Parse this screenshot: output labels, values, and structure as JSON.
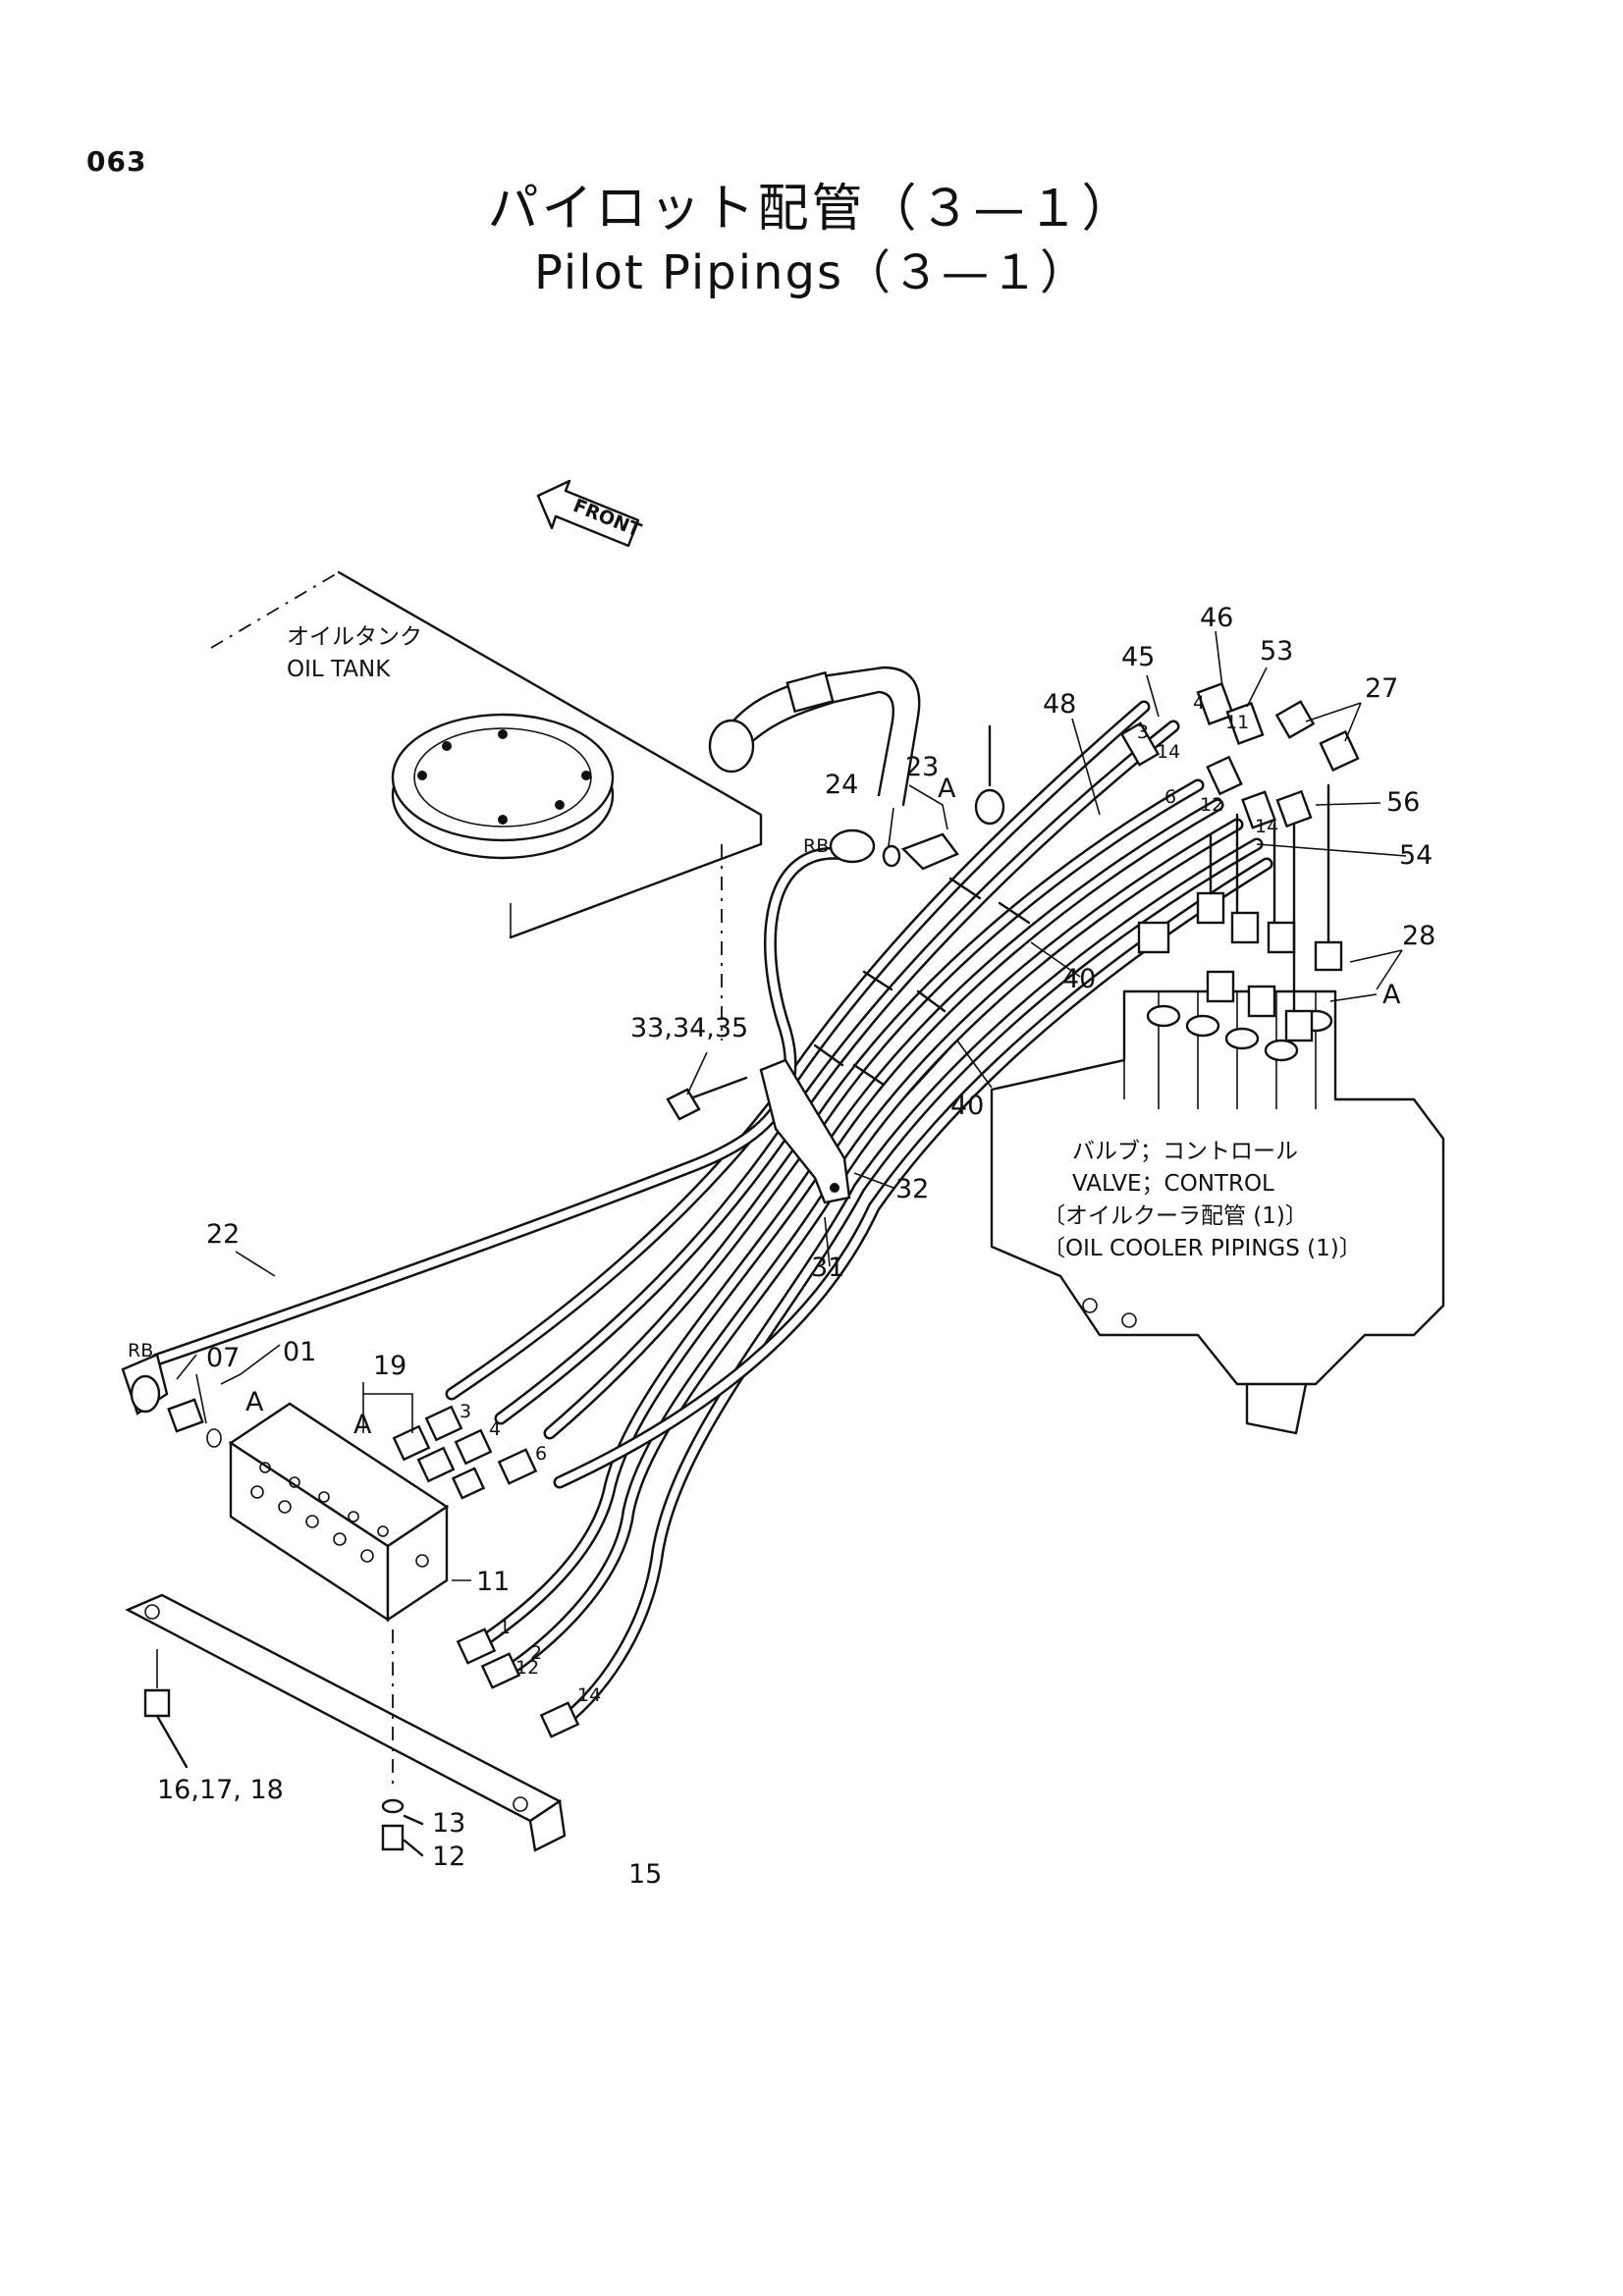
{
  "page": {
    "number": "063",
    "title_jp": "パイロット配管（３—１）",
    "title_en": "Pilot Pipings（３—１）"
  },
  "front_arrow": "FRONT",
  "tank": {
    "label_jp": "オイルタンク",
    "label_en": "OIL TANK"
  },
  "valve": {
    "label_jp": "バルブ；コントロール",
    "label_en": "VALVE；CONTROL",
    "ref_jp": "〔オイルクーラ配管 (1)〕",
    "ref_en": "〔OIL COOLER PIPINGS (1)〕"
  },
  "callouts": {
    "c45": "45",
    "c46": "46",
    "c53": "53",
    "c27": "27",
    "c48": "48",
    "c23": "23",
    "c24": "24",
    "cA1": "A",
    "c56": "56",
    "c54": "54",
    "c28": "28",
    "cA2": "A",
    "c40a": "40",
    "c40b": "40",
    "c333435": "33,34,35",
    "c32": "32",
    "c31": "31",
    "c22": "22",
    "c07": "07",
    "c01": "01",
    "cA3": "A",
    "c19": "19",
    "cA4": "A",
    "c11": "11",
    "c161718": "16,17, 18",
    "c13": "13",
    "c12": "12",
    "c15": "15"
  },
  "small_marks": {
    "rb1": "RB",
    "rb2": "RB",
    "h3": "3",
    "h4": "4",
    "h6": "6",
    "h1": "1",
    "h2": "2",
    "h12": "12",
    "h14": "14",
    "v4": "4",
    "v11": "11",
    "v3": "3",
    "v14": "14",
    "v6": "6",
    "v12": "12",
    "v14b": "14"
  }
}
